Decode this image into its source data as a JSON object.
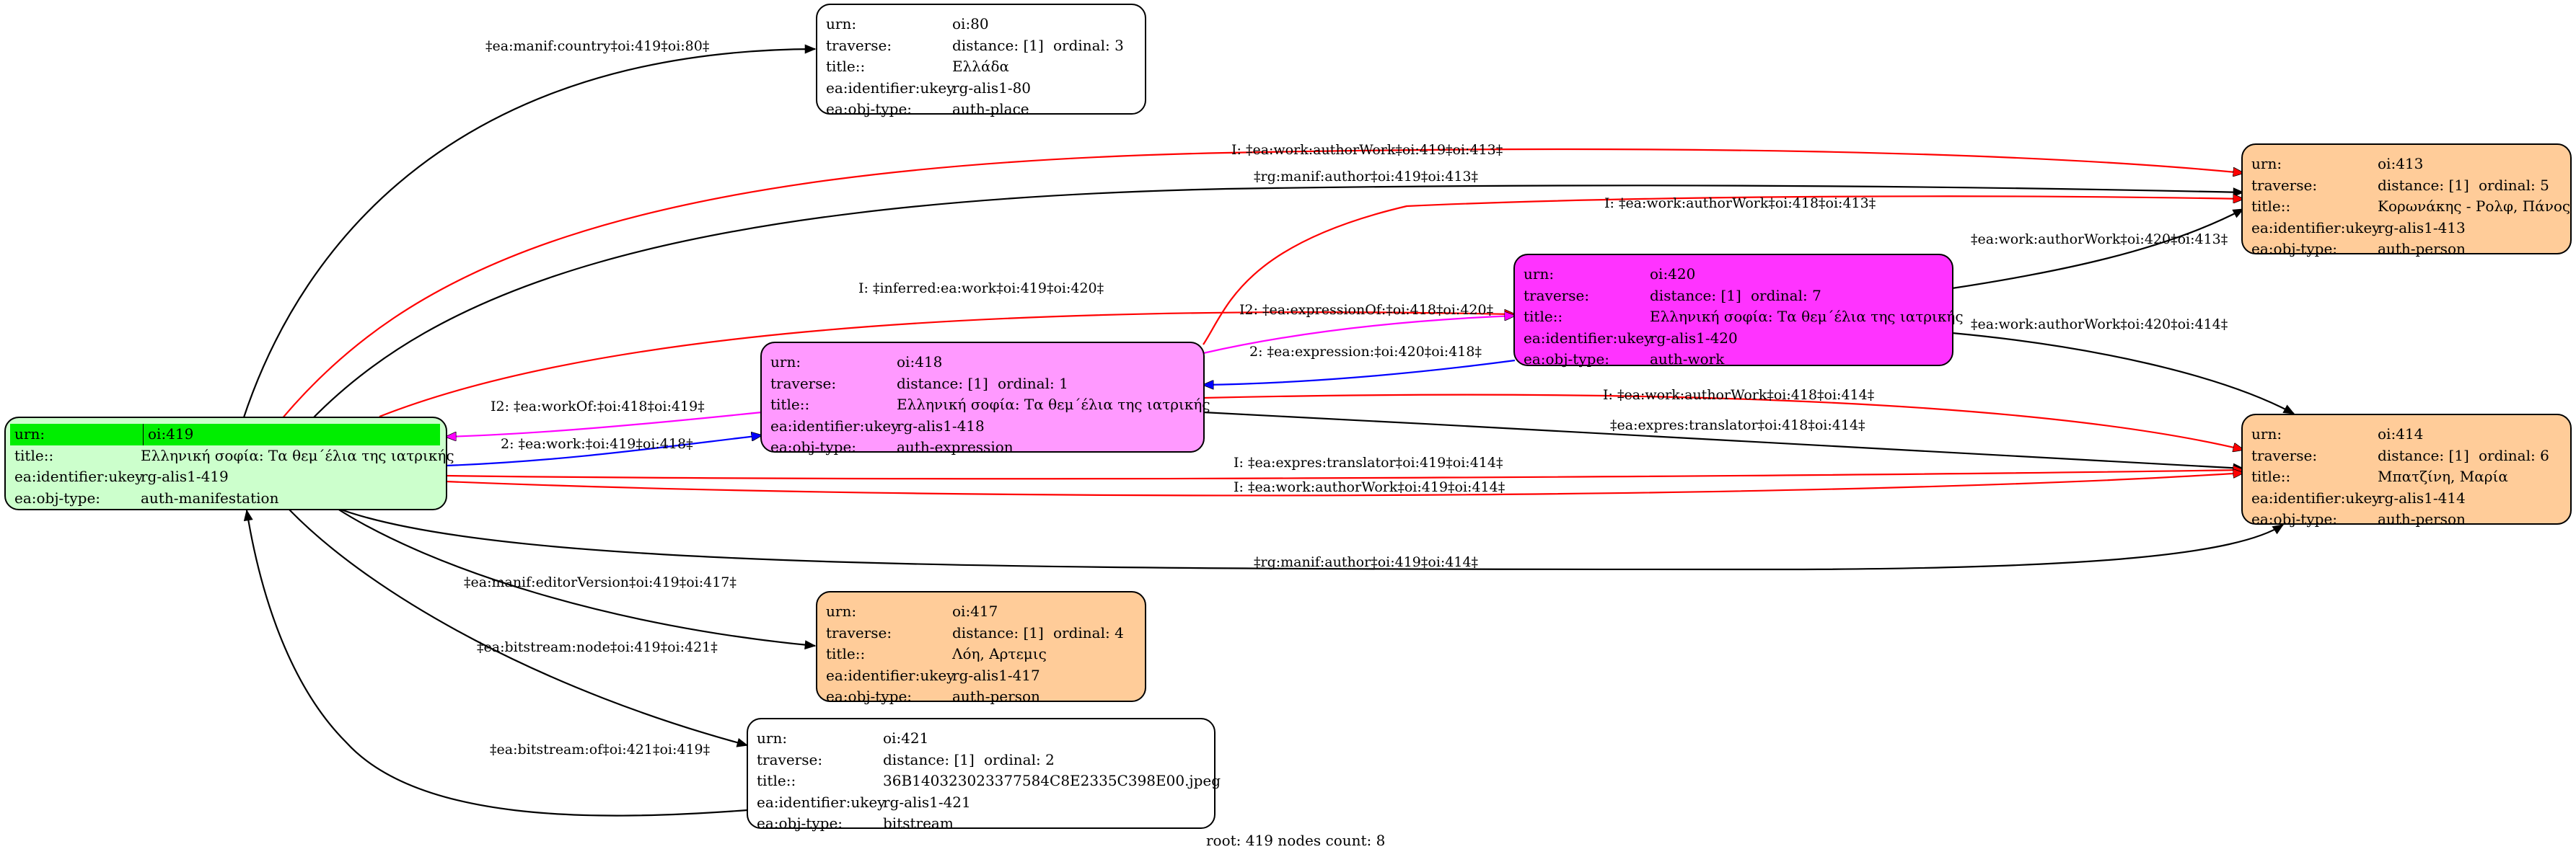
{
  "colors": {
    "manifestation": "#ccffcc",
    "manifestation_header": "#00ee00",
    "expression": "#ff99ff",
    "work": "#ff33ff",
    "person": "#ffcc99",
    "place": "#ffffff",
    "bitstream": "#ffffff",
    "edge_black": "#000000",
    "edge_red": "#ff0000",
    "edge_blue": "#0000ff",
    "edge_magenta": "#ff00ff"
  },
  "keys": {
    "urn": "urn:",
    "traverse": "traverse:",
    "title": "title::",
    "ukey": "ea:identifier:ukey",
    "objtype": "ea:obj-type:"
  },
  "nodes": {
    "n80": {
      "urn": "oi:80",
      "distance": "distance: [1]",
      "ordinal": "ordinal: 3",
      "title": "Ελλάδα",
      "ukey": "rg-alis1-80",
      "objtype": "auth-place"
    },
    "n413": {
      "urn": "oi:413",
      "distance": "distance: [1]",
      "ordinal": "ordinal: 5",
      "title": "Κορωνάκης - Ρολφ, Πάνος",
      "ukey": "rg-alis1-413",
      "objtype": "auth-person"
    },
    "n420": {
      "urn": "oi:420",
      "distance": "distance: [1]",
      "ordinal": "ordinal: 7",
      "title": "Ελληνική σοφία: Τα θεμ΄έλια της ιατρικής",
      "ukey": "rg-alis1-420",
      "objtype": "auth-work"
    },
    "n418": {
      "urn": "oi:418",
      "distance": "distance: [1]",
      "ordinal": "ordinal: 1",
      "title": "Ελληνική σοφία: Τα θεμ΄έλια της ιατρικής",
      "ukey": "rg-alis1-418",
      "objtype": "auth-expression"
    },
    "n419": {
      "urn": "oi:419",
      "title": "Ελληνική σοφία: Τα θεμ΄έλια της ιατρικής",
      "ukey": "rg-alis1-419",
      "objtype": "auth-manifestation"
    },
    "n414": {
      "urn": "oi:414",
      "distance": "distance: [1]",
      "ordinal": "ordinal: 6",
      "title": "Μπατζίνη, Μαρία",
      "ukey": "rg-alis1-414",
      "objtype": "auth-person"
    },
    "n417": {
      "urn": "oi:417",
      "distance": "distance: [1]",
      "ordinal": "ordinal: 4",
      "title": "Λόη, Αρτεμις",
      "ukey": "rg-alis1-417",
      "objtype": "auth-person"
    },
    "n421": {
      "urn": "oi:421",
      "distance": "distance: [1]",
      "ordinal": "ordinal: 2",
      "title": "36B140323023377584C8E2335C398E00.jpeg",
      "ukey": "rg-alis1-421",
      "objtype": "bitstream"
    }
  },
  "edge_labels": {
    "manif_country": "‡ea:manif:country‡oi:419‡oi:80‡",
    "i_authorwork_419_413": "I: ‡ea:work:authorWork‡oi:419‡oi:413‡",
    "manif_author_419_413": "‡rg:manif:author‡oi:419‡oi:413‡",
    "i_authorwork_418_413": "I: ‡ea:work:authorWork‡oi:418‡oi:413‡",
    "authorwork_420_413": "‡ea:work:authorWork‡oi:420‡oi:413‡",
    "i_inferred_work": "I: ‡inferred:ea:work‡oi:419‡oi:420‡",
    "i2_expressionof": "I2: ‡ea:expressionOf:‡oi:418‡oi:420‡",
    "authorwork_420_414": "‡ea:work:authorWork‡oi:420‡oi:414‡",
    "expression_420_418": "2: ‡ea:expression:‡oi:420‡oi:418‡",
    "i2_workof": "I2: ‡ea:workOf:‡oi:418‡oi:419‡",
    "i_authorwork_418_414": "I: ‡ea:work:authorWork‡oi:418‡oi:414‡",
    "work_419_418": "2: ‡ea:work:‡oi:419‡oi:418‡",
    "expres_translator_418_414": "‡ea:expres:translator‡oi:418‡oi:414‡",
    "i_expres_translator_419_414": "I: ‡ea:expres:translator‡oi:419‡oi:414‡",
    "i_authorwork_419_414": "I: ‡ea:work:authorWork‡oi:419‡oi:414‡",
    "manif_author_419_414": "‡rg:manif:author‡oi:419‡oi:414‡",
    "manif_editorversion": "‡ea:manif:editorVersion‡oi:419‡oi:417‡",
    "bitstream_node": "‡ea:bitstream:node‡oi:419‡oi:421‡",
    "bitstream_of": "‡ea:bitstream:of‡oi:421‡oi:419‡"
  },
  "footer": "root: 419 nodes count: 8"
}
